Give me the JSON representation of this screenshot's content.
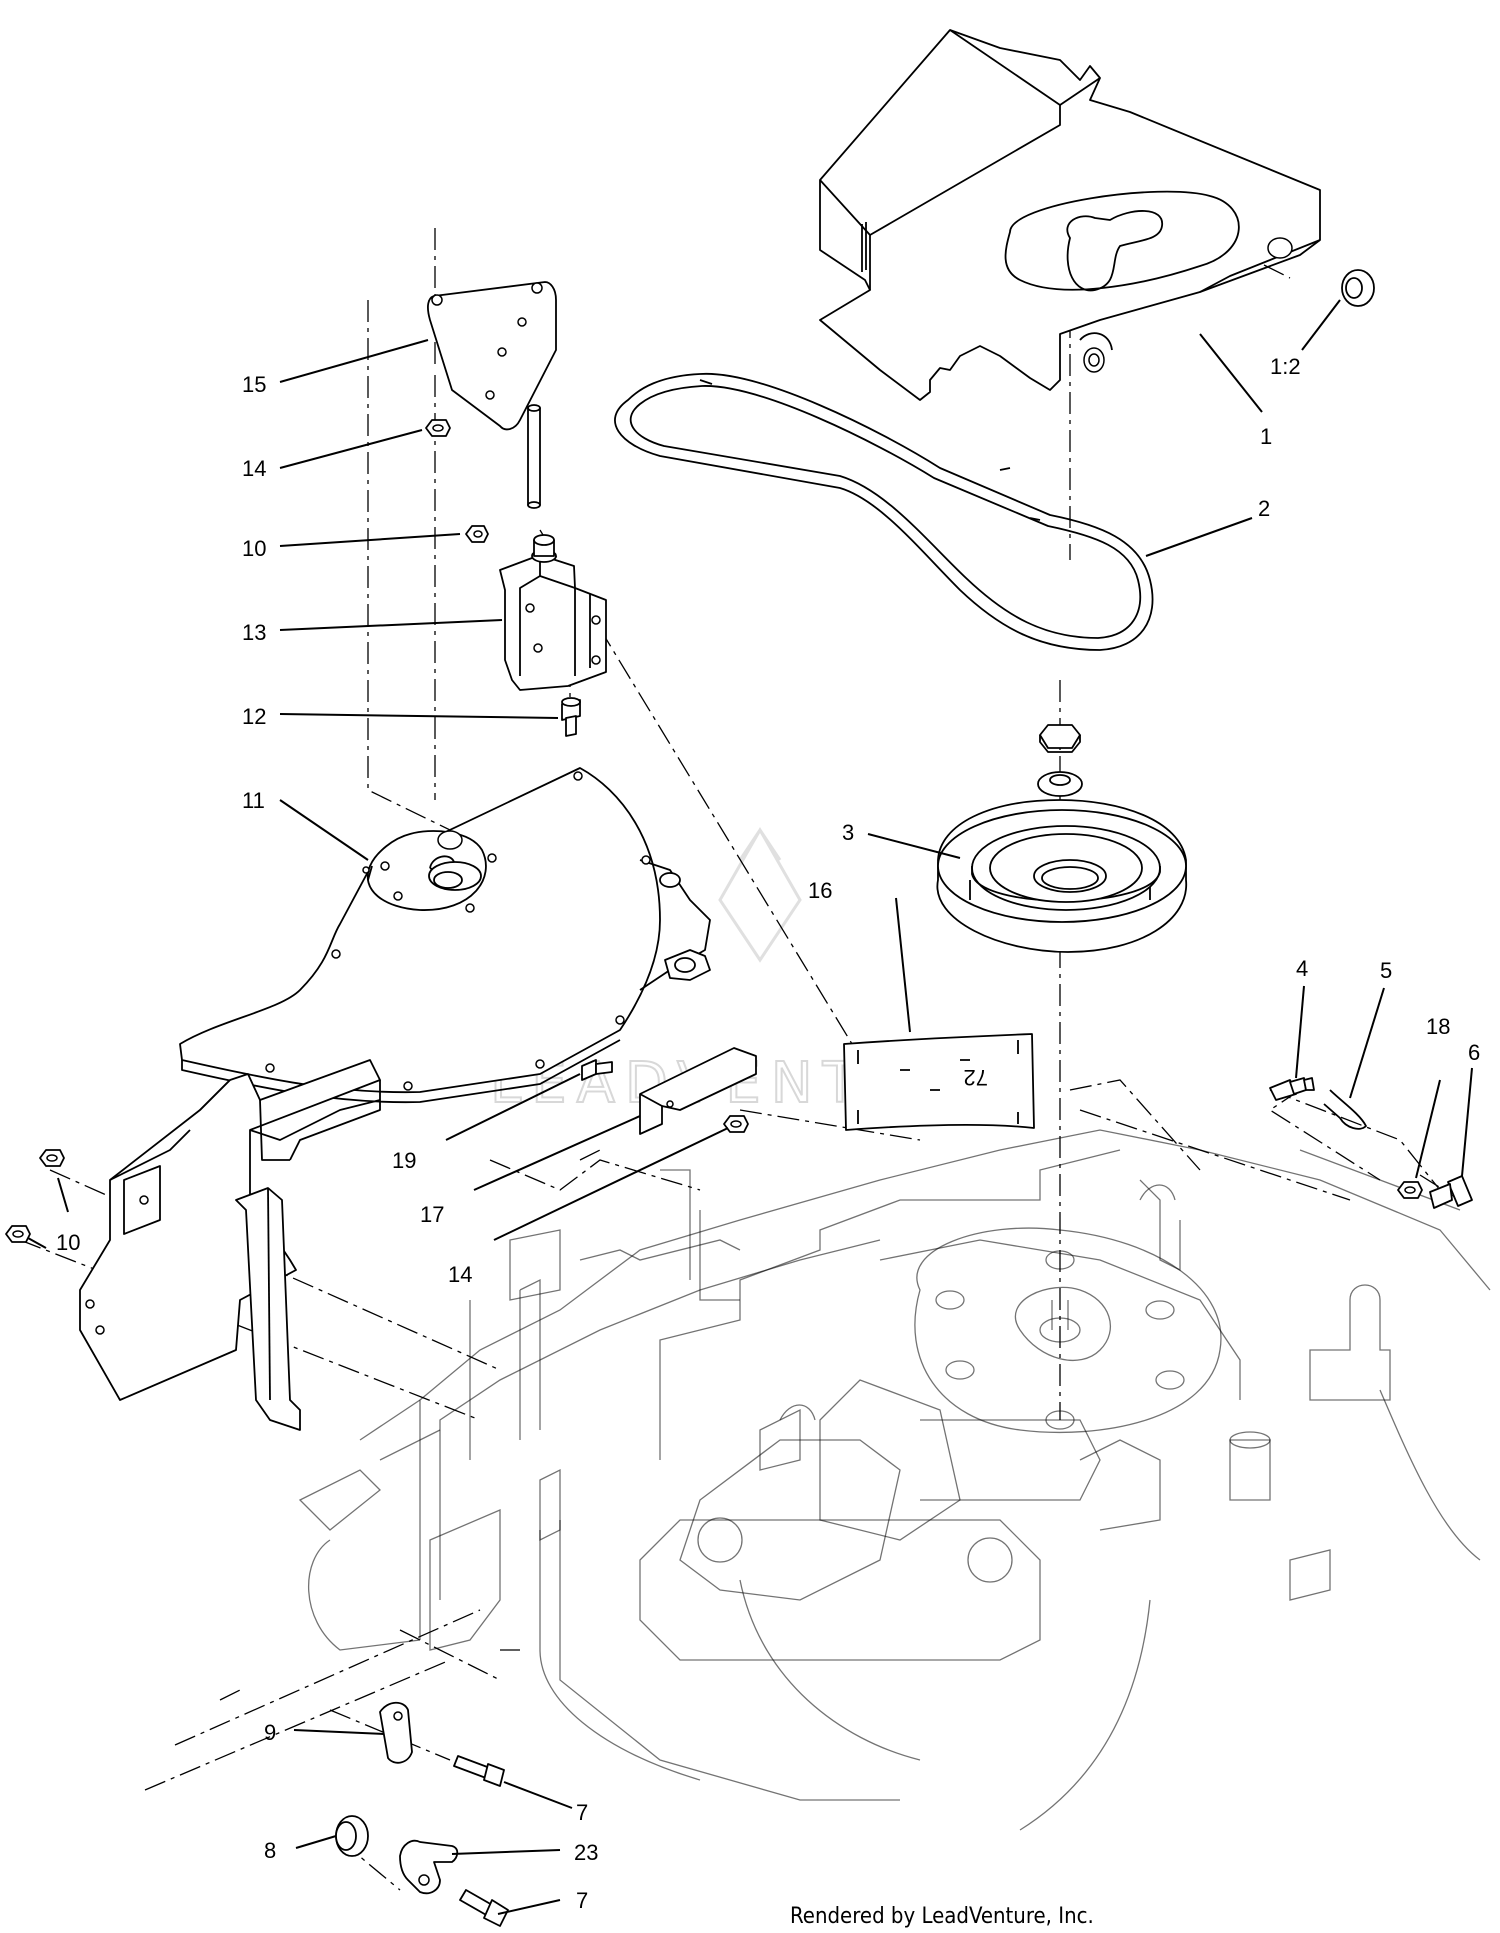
{
  "callouts": [
    {
      "id": "c1",
      "label": "1"
    },
    {
      "id": "c1-2",
      "label": "1:2"
    },
    {
      "id": "c2",
      "label": "2"
    },
    {
      "id": "c3",
      "label": "3"
    },
    {
      "id": "c4",
      "label": "4"
    },
    {
      "id": "c5",
      "label": "5"
    },
    {
      "id": "c6",
      "label": "6"
    },
    {
      "id": "c7a",
      "label": "7"
    },
    {
      "id": "c7b",
      "label": "7"
    },
    {
      "id": "c8",
      "label": "8"
    },
    {
      "id": "c9",
      "label": "9"
    },
    {
      "id": "c10a",
      "label": "10"
    },
    {
      "id": "c10b",
      "label": "10"
    },
    {
      "id": "c11",
      "label": "11"
    },
    {
      "id": "c12",
      "label": "12"
    },
    {
      "id": "c13",
      "label": "13"
    },
    {
      "id": "c14a",
      "label": "14"
    },
    {
      "id": "c14b",
      "label": "14"
    },
    {
      "id": "c15",
      "label": "15"
    },
    {
      "id": "c16",
      "label": "16"
    },
    {
      "id": "c17",
      "label": "17"
    },
    {
      "id": "c18",
      "label": "18"
    },
    {
      "id": "c19",
      "label": "19"
    },
    {
      "id": "c23",
      "label": "23"
    }
  ],
  "decal_text": "72",
  "watermark": "LEADVENTURE",
  "footer": "Rendered by LeadVenture, Inc.",
  "colors": {
    "line": "#000000",
    "background": "#ffffff",
    "watermark": "#d8d8d8"
  }
}
